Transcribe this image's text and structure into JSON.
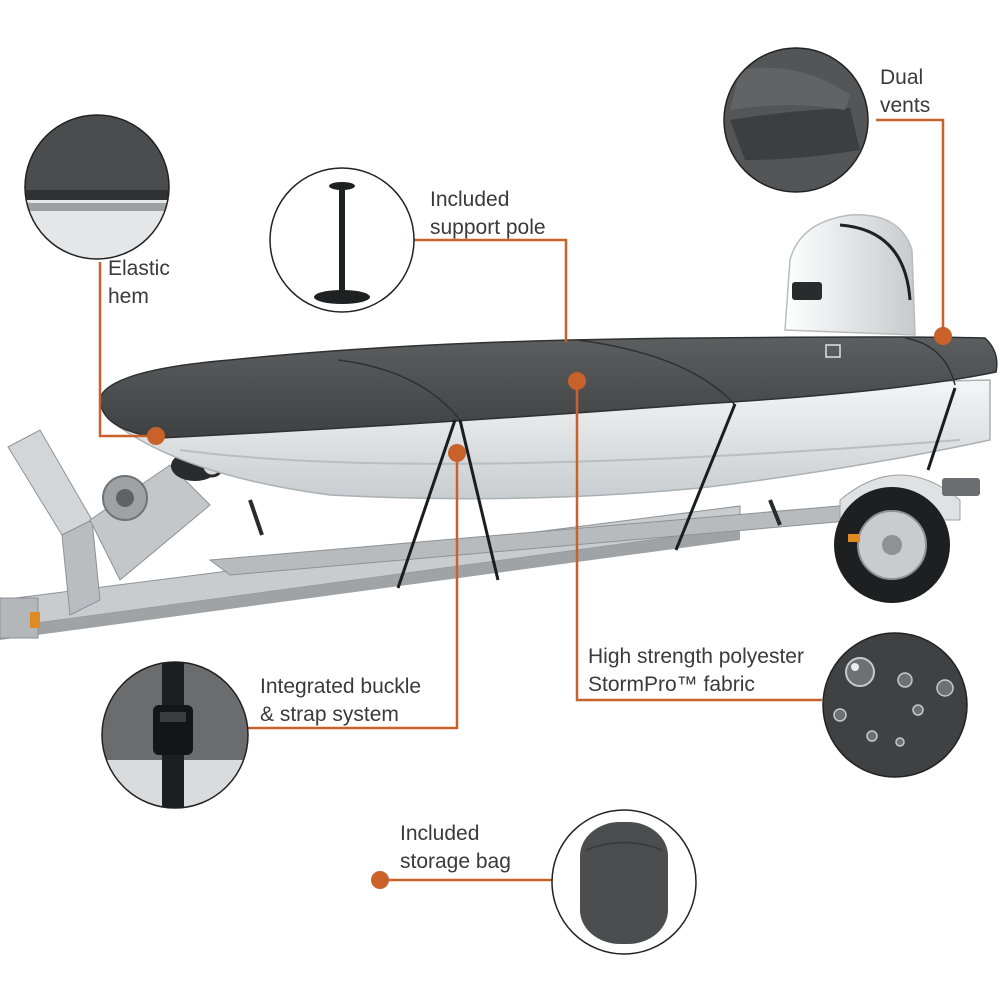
{
  "colors": {
    "accent": "#c8612a",
    "cover": "#4d4f51",
    "hull": "#e6e8e9",
    "text": "#3a3a3a",
    "trailer": "#c3c6c8"
  },
  "callouts": {
    "elastic_hem": {
      "line1": "Elastic",
      "line2": "hem",
      "icon": "elastic-hem-icon"
    },
    "support_pole": {
      "line1": "Included",
      "line2": "support pole",
      "icon": "support-pole-icon"
    },
    "dual_vents": {
      "line1": "Dual",
      "line2": "vents",
      "icon": "vent-icon"
    },
    "buckle_strap": {
      "line1": "Integrated buckle",
      "line2": "& strap system",
      "icon": "buckle-icon"
    },
    "fabric": {
      "line1": "High strength polyester",
      "line2": "StormPro™ fabric",
      "icon": "water-droplets-icon"
    },
    "storage_bag": {
      "line1": "Included",
      "line2": "storage bag",
      "icon": "storage-bag-icon"
    }
  }
}
